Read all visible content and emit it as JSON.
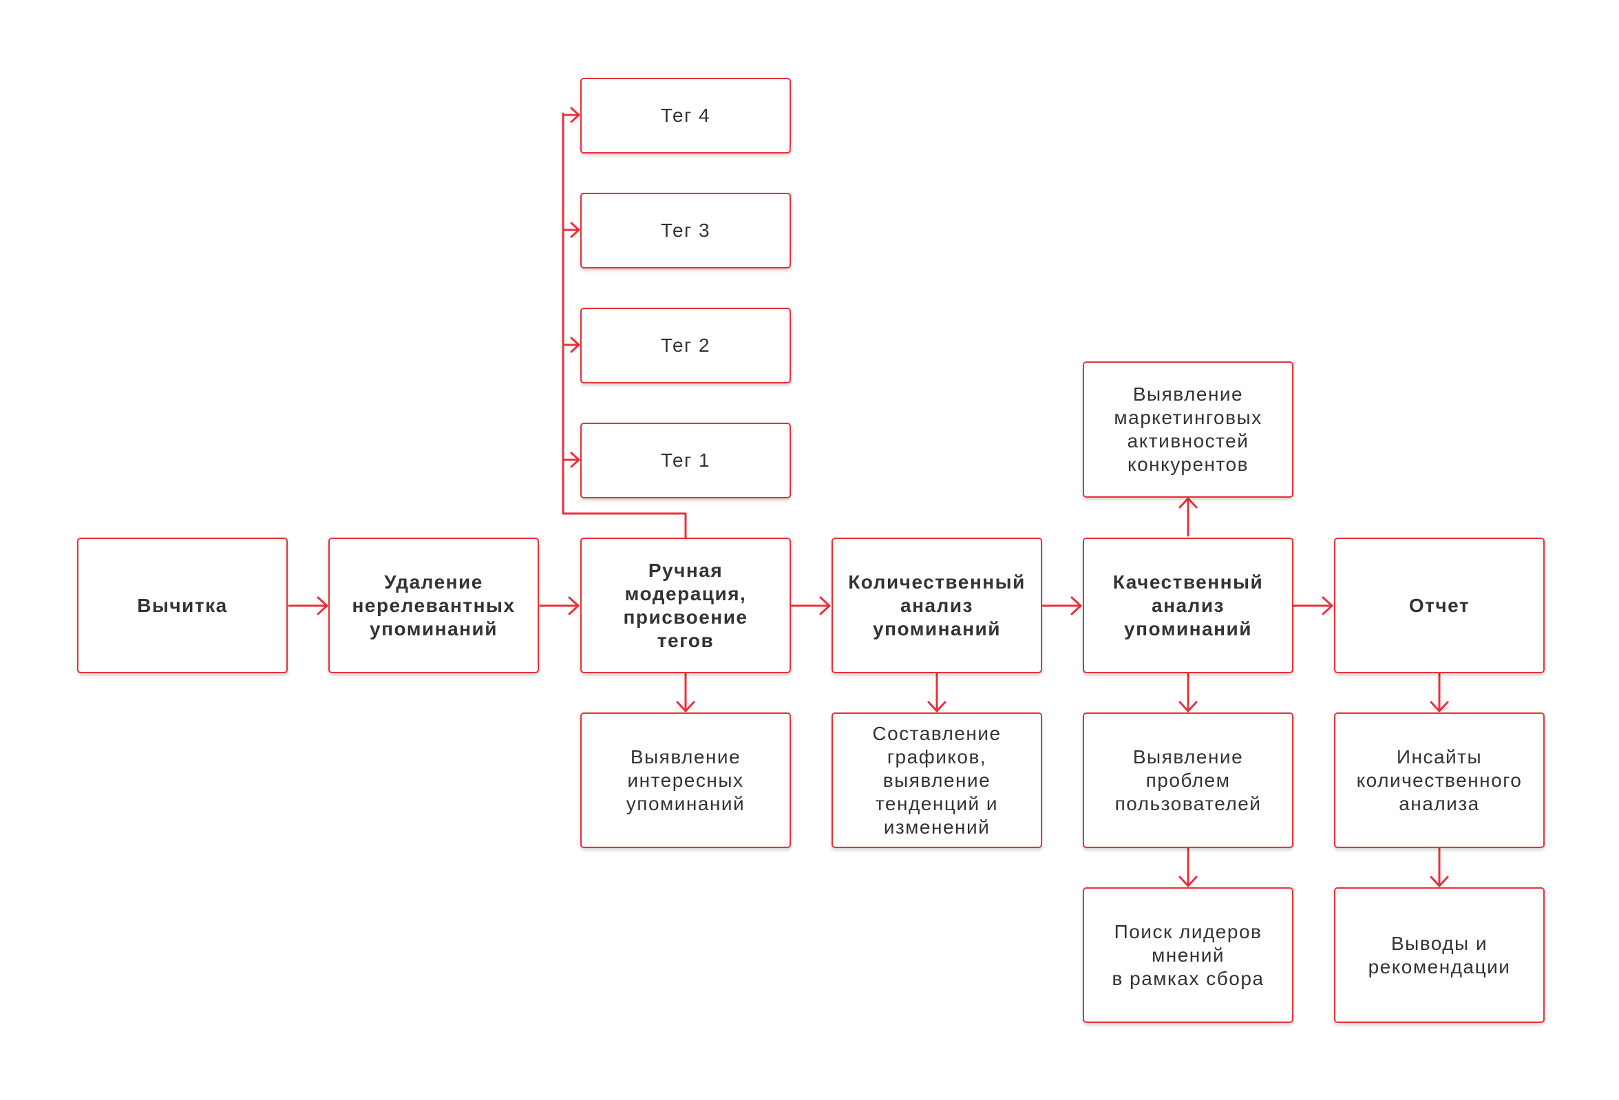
{
  "accent_color": "#e8313a",
  "main_flow": {
    "proofreading": "Вычитка",
    "remove_irrelevant": "Удаление\nнерелевантных\nупоминаний",
    "manual_moderation": "Ручная\nмодерация,\nприсвоение\nтегов",
    "quantitative": "Количественный\nанализ\nупоминаний",
    "qualitative": "Качественный\nанализ\nупоминаний",
    "report": "Отчет"
  },
  "tags": {
    "tag4": "Тег 4",
    "tag3": "Тег 3",
    "tag2": "Тег 2",
    "tag1": "Тег 1"
  },
  "competitors": "Выявление\nмаркетинговых\nактивностей\nконкурентов",
  "branches": {
    "interesting": "Выявление\nинтересных\nупоминаний",
    "charts": "Составление\nграфиков,\nвыявление\nтенденций и\nизменений",
    "user_problems": "Выявление\nпроблем\nпользователей",
    "opinion_leaders": "Поиск лидеров\nмнений\nв рамках сбора",
    "insights": "Инсайты\nколичественного\nанализа",
    "conclusions": "Выводы и\nрекомендации"
  }
}
